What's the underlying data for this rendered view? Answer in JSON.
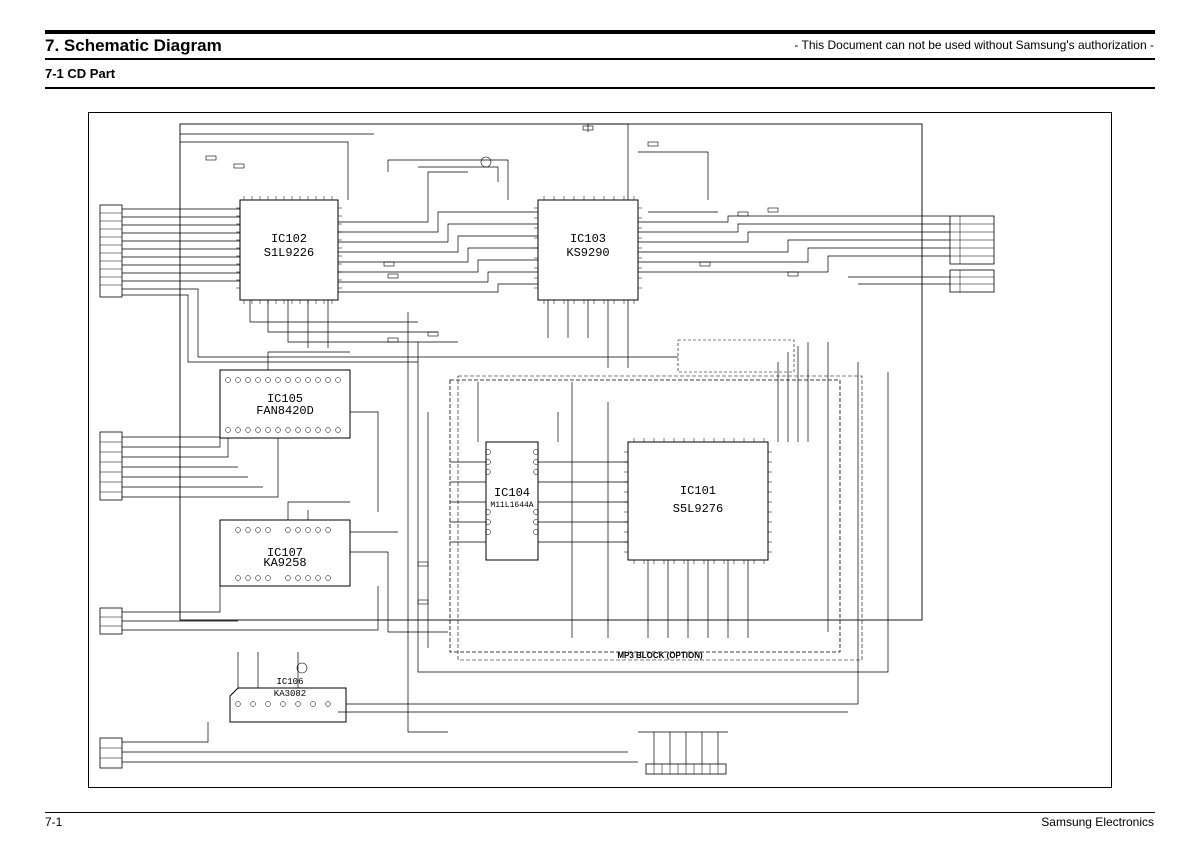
{
  "header": {
    "title": "7. Schematic Diagram",
    "notice": "- This Document can not be used without Samsung's authorization -",
    "subtitle": "7-1 CD  Part"
  },
  "footer": {
    "page": "7-1",
    "brand": "Samsung Electronics"
  },
  "schematic": {
    "chips": [
      {
        "ref": "IC102",
        "part": "S1L9226"
      },
      {
        "ref": "IC103",
        "part": "KS9290"
      },
      {
        "ref": "IC105",
        "part": "FAN8420D"
      },
      {
        "ref": "IC104",
        "part": "M11L1644A"
      },
      {
        "ref": "IC101",
        "part": "S5L9276"
      },
      {
        "ref": "IC107",
        "part": "KA9258"
      },
      {
        "ref": "IC106",
        "part": "KA3082"
      }
    ],
    "block_label": "MP3 BLOCK (OPTION)"
  }
}
